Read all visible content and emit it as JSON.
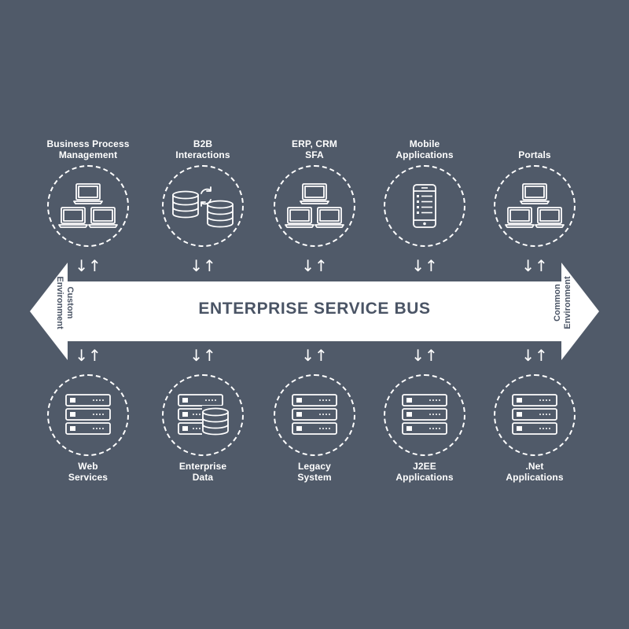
{
  "bus": {
    "title": "ENTERPRISE SERVICE BUS",
    "left_label": [
      "Custom",
      "Environment"
    ],
    "right_label": [
      "Common",
      "Environment"
    ]
  },
  "top_nodes": [
    {
      "label": [
        "Business Process",
        "Management"
      ],
      "icon": "laptops-icon"
    },
    {
      "label": [
        "B2B",
        "Interactions"
      ],
      "icon": "database-sync-icon"
    },
    {
      "label": [
        "ERP, CRM",
        "SFA"
      ],
      "icon": "laptops-icon"
    },
    {
      "label": [
        "Mobile",
        "Applications"
      ],
      "icon": "mobile-phone-icon"
    },
    {
      "label": [
        "Portals"
      ],
      "icon": "laptops-icon"
    }
  ],
  "bottom_nodes": [
    {
      "label": [
        "Web",
        "Services"
      ],
      "icon": "server-icon"
    },
    {
      "label": [
        "Enterprise",
        "Data"
      ],
      "icon": "server-database-icon"
    },
    {
      "label": [
        "Legacy",
        "System"
      ],
      "icon": "server-icon"
    },
    {
      "label": [
        "J2EE",
        "Applications"
      ],
      "icon": "server-icon"
    },
    {
      "label": [
        ".Net",
        "Applications"
      ],
      "icon": "server-icon"
    }
  ],
  "connector_glyph": "↓↑",
  "colors": {
    "background": "#505a69",
    "bus": "#ffffff",
    "bus_text": "#4a5465"
  }
}
